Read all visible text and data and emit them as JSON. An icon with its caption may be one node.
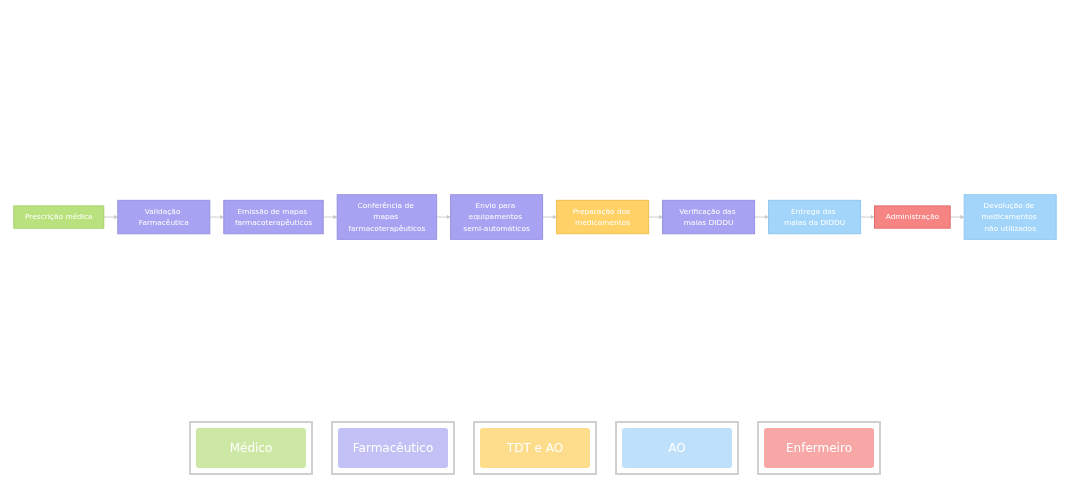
{
  "diagram": {
    "nodes": [
      {
        "text": [
          "Prescrição médica"
        ]
      },
      {
        "text": [
          "Validação Farmacêutica"
        ]
      },
      {
        "text": [
          "Emissão de mapas farmacoterapêuticos"
        ]
      },
      {
        "text": [
          "Conferência de mapas farmacoterapêuticos"
        ]
      },
      {
        "text": [
          "Envio para equipamentos semi-automáticos"
        ]
      },
      {
        "text": [
          "Preparação dos medicamentos"
        ]
      },
      {
        "text": [
          "Verificação das malas DIDDU"
        ]
      },
      {
        "text": [
          "Entrega das malas da DIDDU"
        ]
      },
      {
        "text": [
          "Administração"
        ]
      },
      {
        "text": [
          "Devolução de medicamentos não utilizados"
        ]
      }
    ],
    "edges": [
      {
        "from": 0,
        "to": 1,
        "arrow": "to"
      },
      {
        "from": 1,
        "to": 2,
        "arrow": "to"
      },
      {
        "from": 2,
        "to": 3,
        "arrow": "to"
      },
      {
        "from": 3,
        "to": 4,
        "arrow": "to"
      },
      {
        "from": 4,
        "to": 5,
        "arrow": "to"
      },
      {
        "from": 5,
        "to": 6,
        "arrow": "to"
      },
      {
        "from": 6,
        "to": 7,
        "arrow": "to"
      },
      {
        "from": 7,
        "to": 8,
        "arrow": "to"
      },
      {
        "from": 8,
        "to": 9,
        "arrow": "to"
      }
    ],
    "legend": [
      {
        "text": "Médico",
        "color": "#cde8a4"
      },
      {
        "text": "Farmacêutico",
        "color": "#c3c0f5"
      },
      {
        "text": "TDT e AO",
        "color": "#fddd8c"
      },
      {
        "text": "AO",
        "color": "#bfe0fb"
      },
      {
        "text": "Enfermeiro",
        "color": "#f7a7a5"
      }
    ]
  }
}
